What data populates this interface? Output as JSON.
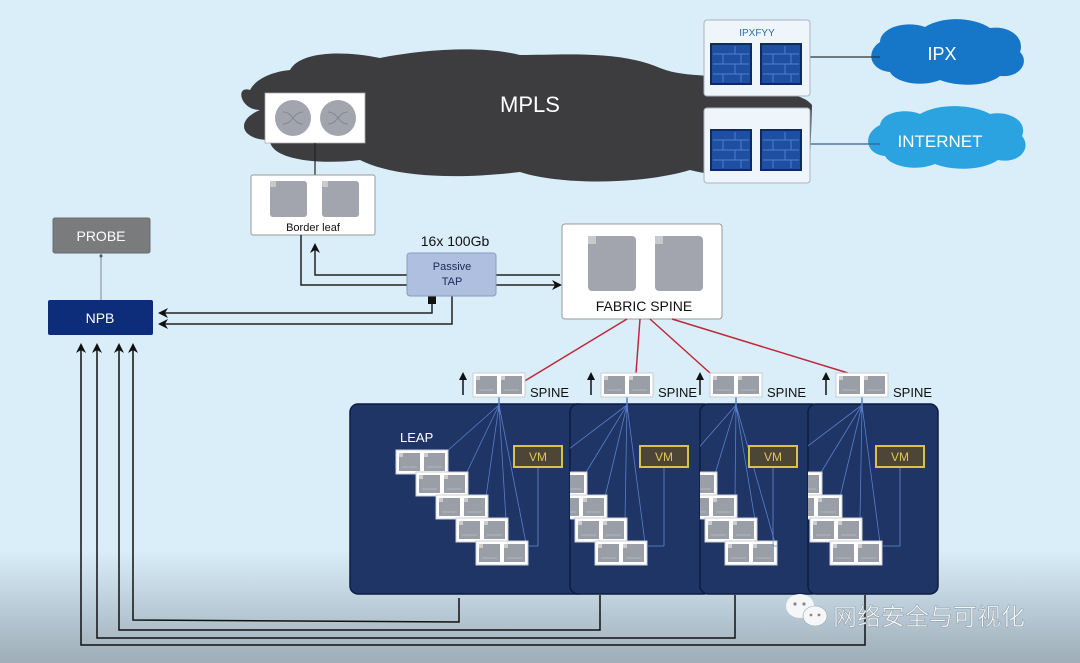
{
  "clouds": {
    "mpls": {
      "label": "MPLS",
      "color": "#3d3d3f"
    },
    "ipx": {
      "label": "IPX",
      "color": "#1677c8"
    },
    "internet": {
      "label": "INTERNET",
      "color": "#2aa3e0"
    }
  },
  "firewalls": {
    "top_label": "IPXFYY"
  },
  "border_leaf": {
    "label": "Border leaf"
  },
  "probe": {
    "label": "PROBE"
  },
  "npb": {
    "label": "NPB"
  },
  "tap": {
    "label_line1": "Passive",
    "label_line2": "TAP",
    "link_label": "16x 100Gb"
  },
  "fabric_spine": {
    "label": "FABRIC SPINE"
  },
  "pods": [
    {
      "spine_label": "SPINE",
      "leaf_label": "LEAP",
      "vm_label": "VM"
    },
    {
      "spine_label": "SPINE",
      "leaf_label": "",
      "vm_label": "VM"
    },
    {
      "spine_label": "SPINE",
      "leaf_label": "",
      "vm_label": "VM"
    },
    {
      "spine_label": "SPINE",
      "leaf_label": "",
      "vm_label": "VM"
    }
  ],
  "watermark": {
    "text": "网络安全与可视化"
  },
  "colors": {
    "background": "#d9eef9",
    "pod_fill": "#1f3566",
    "npb_fill": "#0d2d7a",
    "probe_fill": "#7a7b7d",
    "tap_fill": "#aebfe0",
    "uplink_red": "#c0283a",
    "vm_border": "#d9c24a"
  }
}
